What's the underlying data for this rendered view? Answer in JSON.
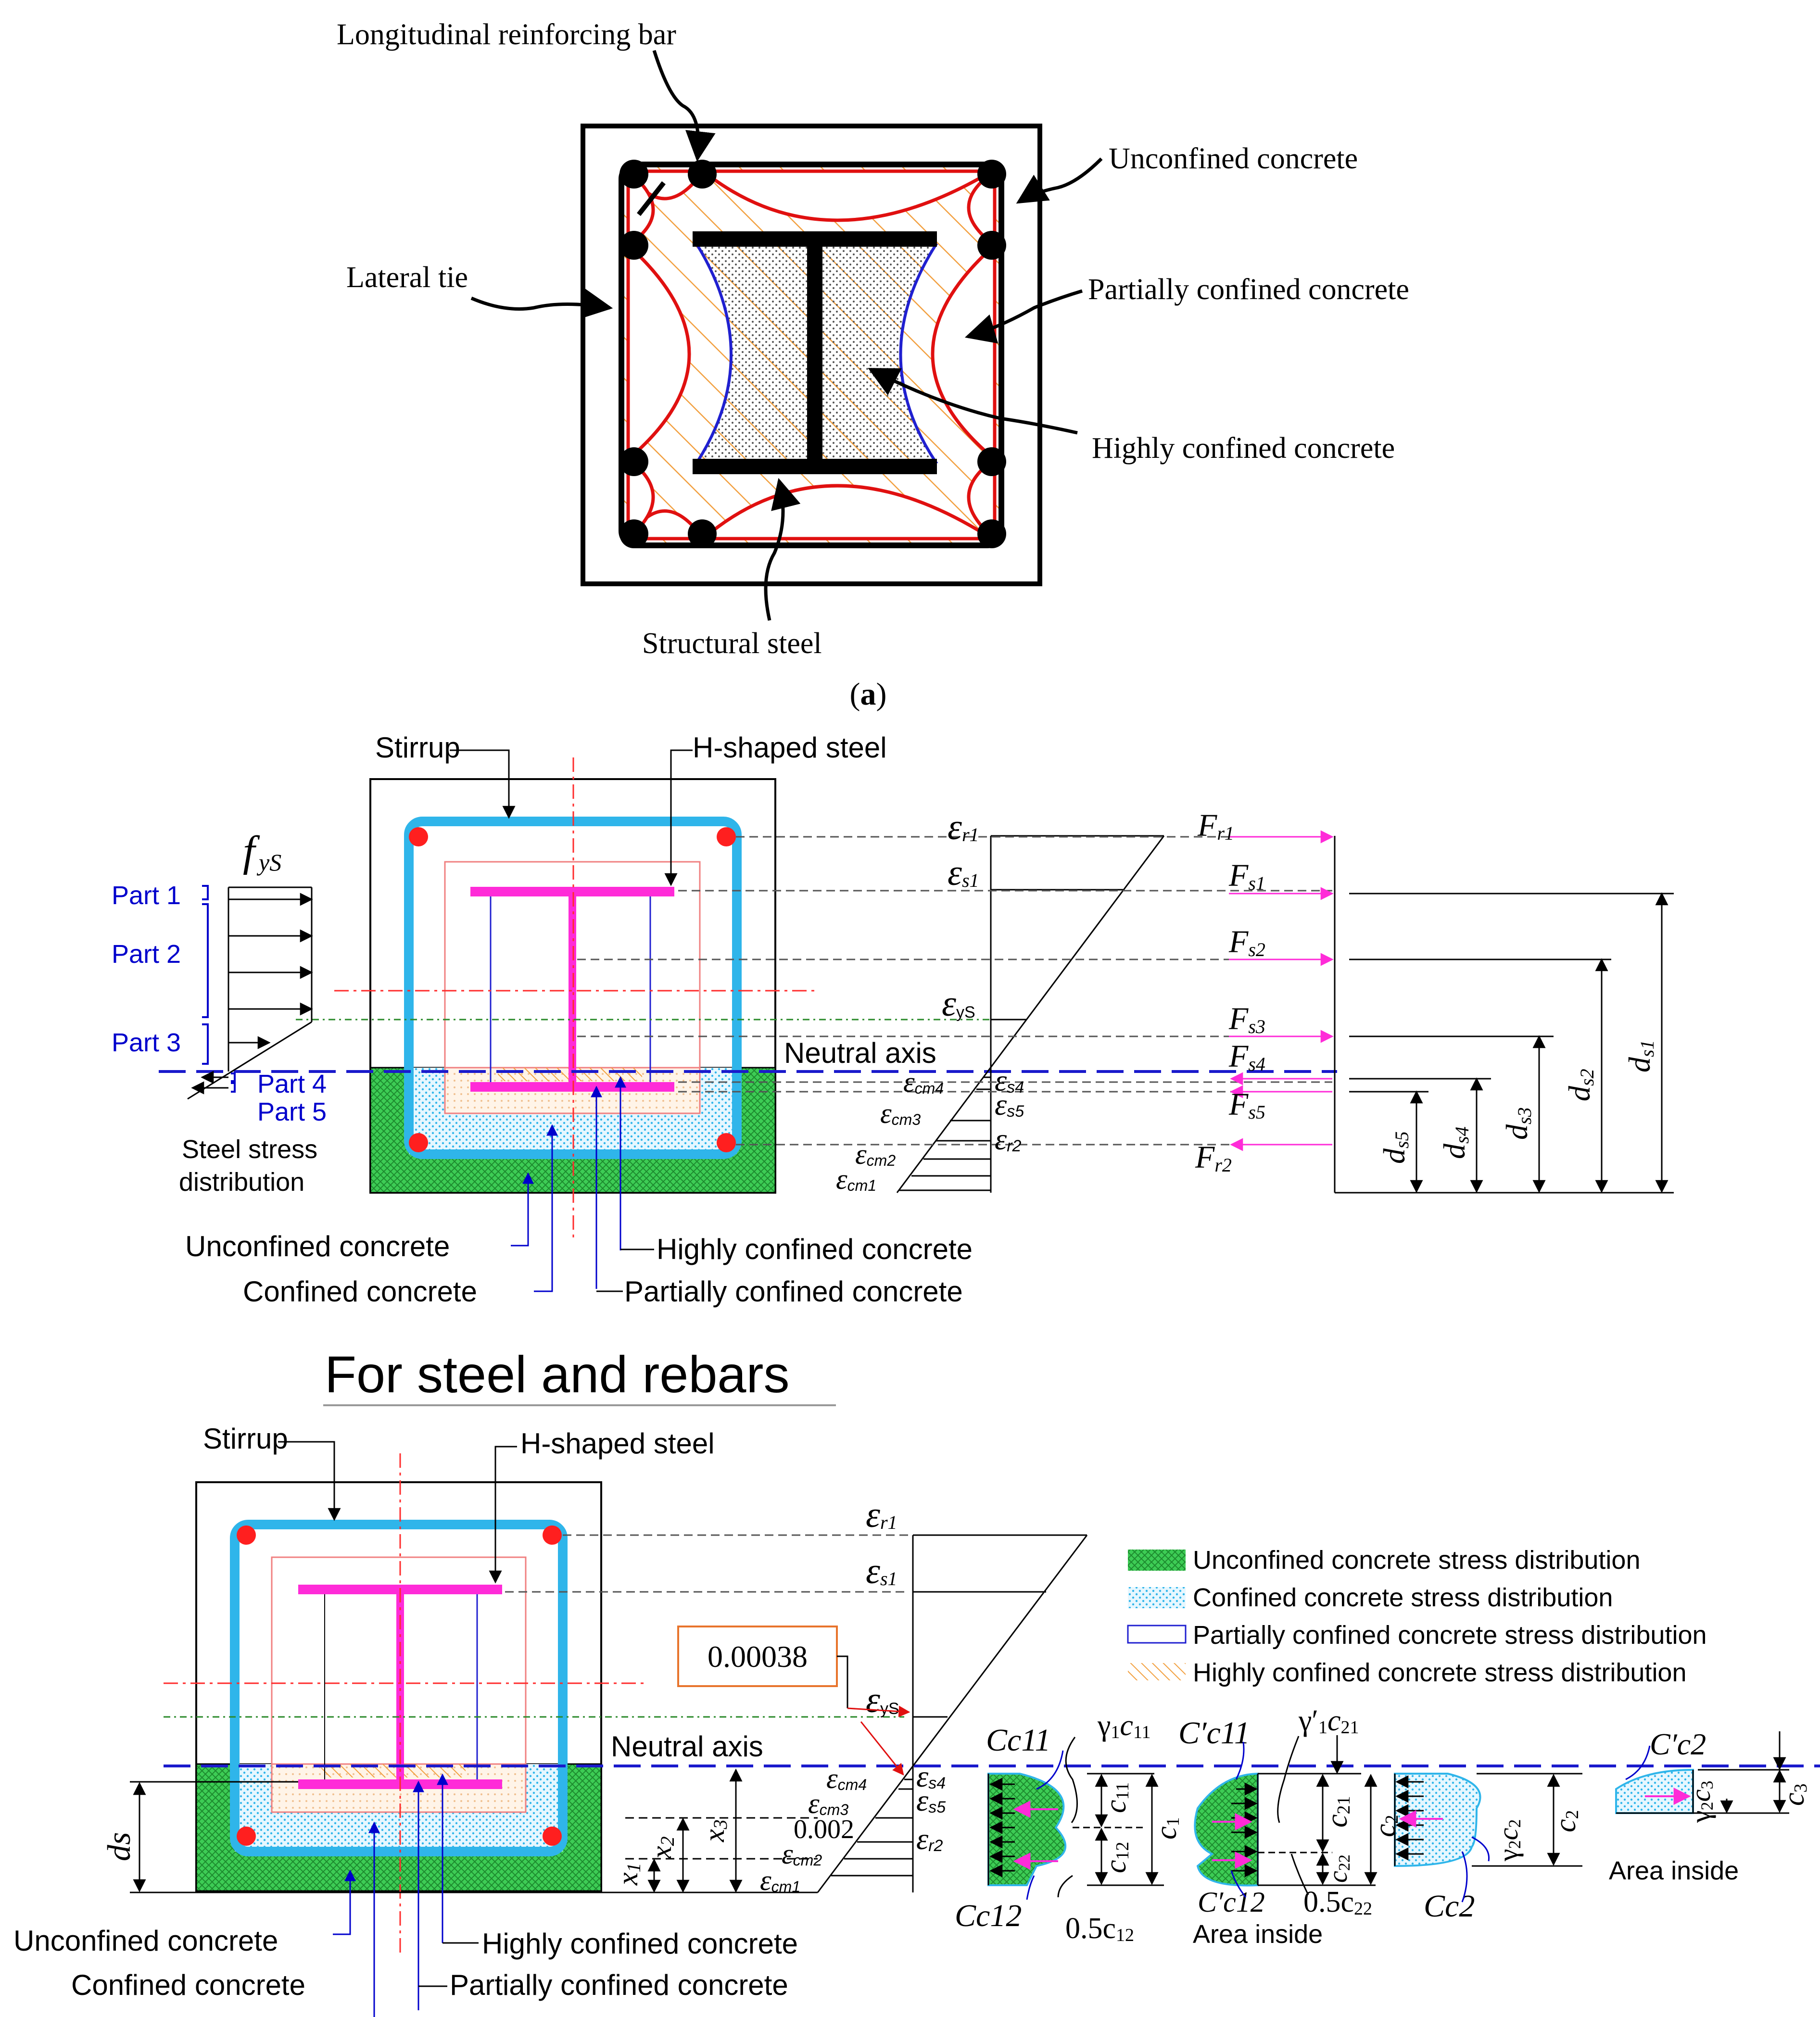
{
  "colors": {
    "stirrup": "#2fb5ea",
    "steel": "#ff2bd8",
    "rebar": "#ff1f1f",
    "unconfined": "#2ec24a",
    "confined_dots": "#2fb5ea",
    "partial": "#2020d0",
    "highly_hatch": "#f2a040",
    "tie_red": "#e01010",
    "axis_blue": "#1a1acc",
    "annot_blue": "#0000cc"
  },
  "panel_a": {
    "label_longitudinal": "Longitudinal reinforcing bar",
    "label_unconfined": "Unconfined concrete",
    "label_lateral": "Lateral tie",
    "label_partially": "Partially confined concrete",
    "label_highly": "Highly confined concrete",
    "label_structural": "Structural steel",
    "caption_open": "(",
    "caption_letter": "a",
    "caption_close": ")"
  },
  "panel_b": {
    "stirrup": "Stirrup",
    "h_steel": "H-shaped steel",
    "fys_f": "f",
    "fys_sub": "yS",
    "parts": [
      "Part 1",
      "Part 2",
      "Part 3",
      "Part 4",
      "Part 5"
    ],
    "steel_stress_1": "Steel stress",
    "steel_stress_2": "distribution",
    "neutral_axis": "Neutral axis",
    "unconfined": "Unconfined concrete",
    "confined": "Confined concrete",
    "highly": "Highly confined concrete",
    "partially": "Partially confined concrete",
    "strains": [
      {
        "sym": "ε",
        "sub": "r1"
      },
      {
        "sym": "ε",
        "sub": "s1"
      },
      {
        "sym": "ε",
        "sub": "yS"
      },
      {
        "sym": "ε",
        "sub": "cm4"
      },
      {
        "sym": "ε",
        "sub": "s4"
      },
      {
        "sym": "ε",
        "sub": "s5"
      },
      {
        "sym": "ε",
        "sub": "cm3"
      },
      {
        "sym": "ε",
        "sub": "r2"
      },
      {
        "sym": "ε",
        "sub": "cm2"
      },
      {
        "sym": "ε",
        "sub": "cm1"
      }
    ],
    "forces": [
      {
        "sym": "F",
        "sub": "r1"
      },
      {
        "sym": "F",
        "sub": "s1"
      },
      {
        "sym": "F",
        "sub": "s2"
      },
      {
        "sym": "F",
        "sub": "s3"
      },
      {
        "sym": "F",
        "sub": "s4"
      },
      {
        "sym": "F",
        "sub": "s5"
      },
      {
        "sym": "F",
        "sub": "r2"
      }
    ],
    "dims": [
      {
        "sym": "d",
        "sub": "s5"
      },
      {
        "sym": "d",
        "sub": "s4"
      },
      {
        "sym": "d",
        "sub": "s3"
      },
      {
        "sym": "d",
        "sub": "s2"
      },
      {
        "sym": "d",
        "sub": "s1"
      }
    ]
  },
  "panel_c": {
    "title": "For steel and rebars",
    "stirrup": "Stirrup",
    "h_steel": "H-shaped steel",
    "neutral_axis": "Neutral axis",
    "callout": "0.00038",
    "ds": "ds",
    "x1_sym": "x",
    "x1_sub": "1",
    "x2_sym": "x",
    "x2_sub": "2",
    "x3_sym": "x",
    "x3_sub": "3",
    "strain_0002": "0.002",
    "unconfined": "Unconfined concrete",
    "confined": "Confined concrete",
    "highly": "Highly confined concrete",
    "partially": "Partially confined concrete",
    "strains": [
      {
        "sym": "ε",
        "sub": "r1"
      },
      {
        "sym": "ε",
        "sub": "s1"
      },
      {
        "sym": "ε",
        "sub": "yS"
      },
      {
        "sym": "ε",
        "sub": "cm4"
      },
      {
        "sym": "ε",
        "sub": "s4"
      },
      {
        "sym": "ε",
        "sub": "s5"
      },
      {
        "sym": "ε",
        "sub": "cm3"
      },
      {
        "sym": "ε",
        "sub": "r2"
      },
      {
        "sym": "ε",
        "sub": "cm2"
      },
      {
        "sym": "ε",
        "sub": "cm1"
      }
    ],
    "legend": [
      "Unconfined concrete stress distribution",
      "Confined concrete stress distribution",
      "Partially confined concrete stress distribution",
      "Highly confined concrete stress distribution"
    ],
    "Cc11": "Cc11",
    "Cc12": "Cc12",
    "Cpc11": "C′c11",
    "Cpc12": "C′c12",
    "Cc2": "Cc2",
    "Cpc2": "C′c2",
    "g1c11_g": "γ",
    "g1c11_s": "1",
    "g1c11_c": "c",
    "g1c11_cs": "11",
    "gp1c21_g": "γ′",
    "gp1c21_s": "1",
    "gp1c21_c": "c",
    "gp1c21_cs": "21",
    "g2c2_g": "γ",
    "g2c2_s": "2",
    "g2c2_c": "c",
    "g2c2_cs": "2",
    "g2c3_g": "γ",
    "g2c3_s": "2",
    "g2c3_c": "c",
    "g2c3_cs": "3",
    "c11": "11",
    "c12": "12",
    "c1": "1",
    "c21": "21",
    "c22": "22",
    "c2": "2",
    "c3": "3",
    "c_sym": "c",
    "half_c12_a": "0.5c",
    "half_c12_b": "12",
    "half_c22_a": "0.5c",
    "half_c22_b": "22",
    "area_inside_1": "Area inside",
    "area_inside_2": "Area inside"
  }
}
